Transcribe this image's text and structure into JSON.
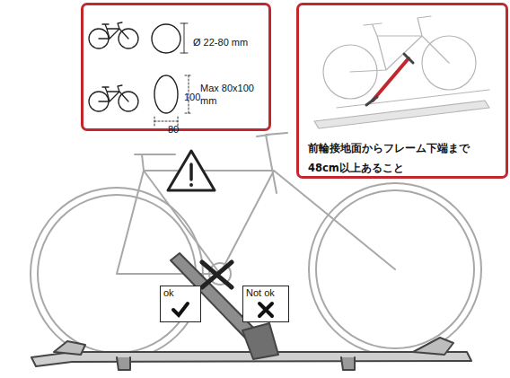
{
  "diagram": {
    "nodes": [
      {
        "text": [
          "Ø 22-80 mm",
          "Max 80x100 mm",
          "100",
          "80"
        ]
      },
      {
        "text": [
          "前輪接地面からフレーム下端まで 48cm以上あること"
        ]
      },
      {
        "text": [
          "ok"
        ]
      },
      {
        "text": [
          "Not ok"
        ]
      }
    ],
    "edges": []
  }
}
